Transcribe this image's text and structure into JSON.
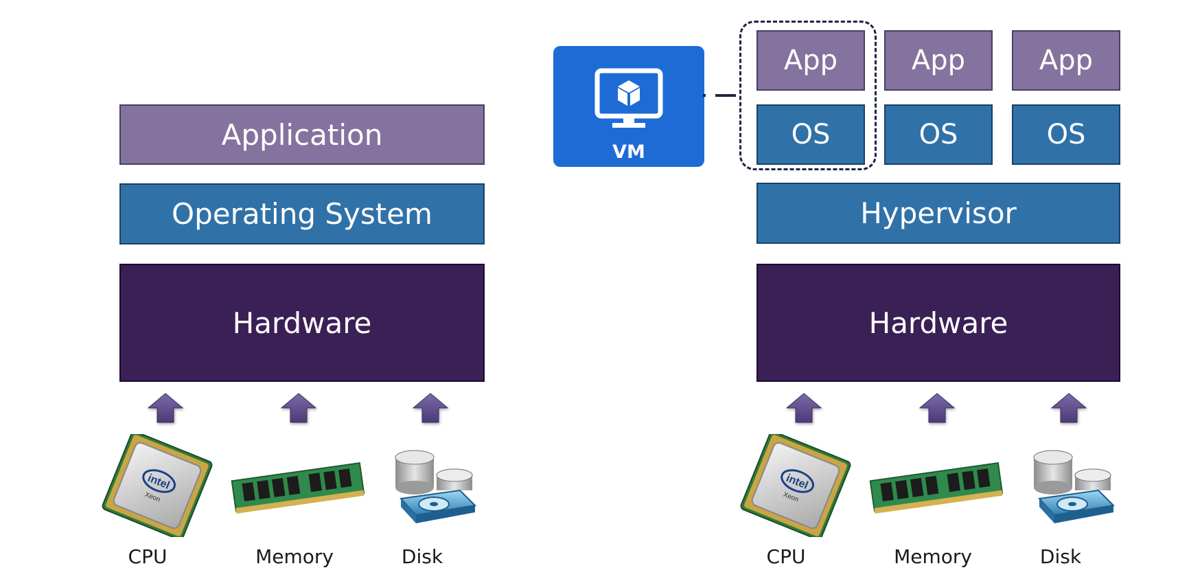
{
  "left_stack": {
    "application": "Application",
    "operating_system": "Operating System",
    "hardware": "Hardware",
    "resources": [
      "CPU",
      "Memory",
      "Disk"
    ]
  },
  "right_stack": {
    "apps": [
      "App",
      "App",
      "App"
    ],
    "oses": [
      "OS",
      "OS",
      "OS"
    ],
    "hypervisor": "Hypervisor",
    "hardware": "Hardware",
    "resources": [
      "CPU",
      "Memory",
      "Disk"
    ]
  },
  "vm": {
    "label": "VM"
  },
  "colors": {
    "app": "#84739e",
    "os": "#3071a8",
    "hardware": "#3a2055",
    "vm": "#1e6bd6",
    "arrow": "#5b4a86"
  },
  "icons": [
    "cpu-chip-icon",
    "memory-module-icon",
    "disk-storage-icon",
    "vm-monitor-icon",
    "up-arrow-icon"
  ]
}
